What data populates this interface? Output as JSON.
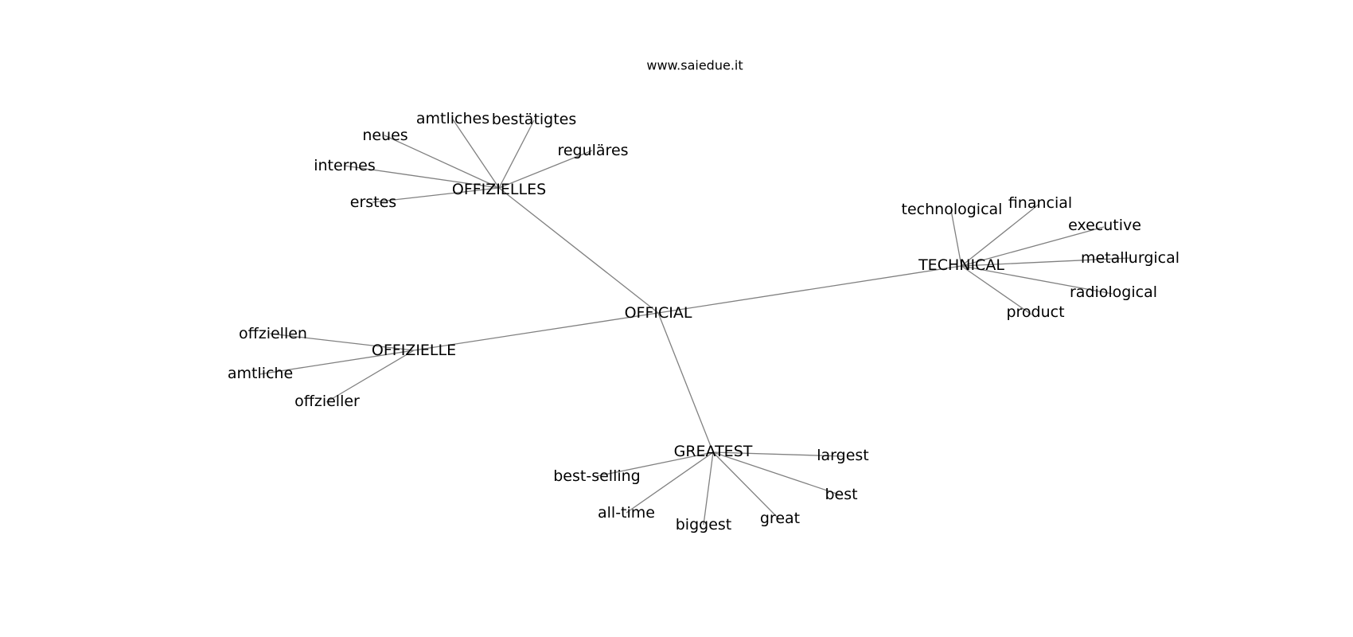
{
  "site": "www.saiedue.it",
  "nodes": {
    "official": "OFFICIAL",
    "offizielles": "OFFIZIELLES",
    "technical": "TECHNICAL",
    "offizielle": "OFFIZIELLE",
    "greatest": "GREATEST",
    "amtliches": "amtliches",
    "bestatigtes": "bestätigtes",
    "neues": "neues",
    "regulares": "reguläres",
    "internes": "internes",
    "erstes": "erstes",
    "technological": "technological",
    "financial": "financial",
    "executive": "executive",
    "metallurgical": "metallurgical",
    "radiological": "radiological",
    "product": "product",
    "offziellen": "offziellen",
    "amtliche": "amtliche",
    "offzieller": "offzieller",
    "largest": "largest",
    "best_selling": "best-selling",
    "best": "best",
    "all_time": "all-time",
    "great": "great",
    "biggest": "biggest"
  }
}
